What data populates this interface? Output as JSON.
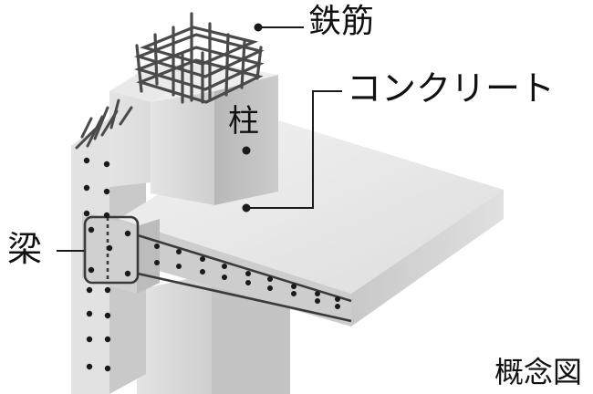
{
  "labels": {
    "rebar": "鉄筋",
    "concrete": "コンクリート",
    "column": "柱",
    "beam": "梁",
    "caption": "概念図"
  },
  "colors": {
    "slab_top": "#e8e8e8",
    "slab_side": "#cfcfcf",
    "column_front": "#dcdcdc",
    "column_side": "#bdbdbd",
    "column_top": "#eeeeee",
    "rebar": "#444444",
    "dot": "#1a1a1a",
    "leader": "#1a1a1a"
  },
  "icons": [
    "rebar-cage",
    "rebar-dots",
    "leader-line"
  ]
}
